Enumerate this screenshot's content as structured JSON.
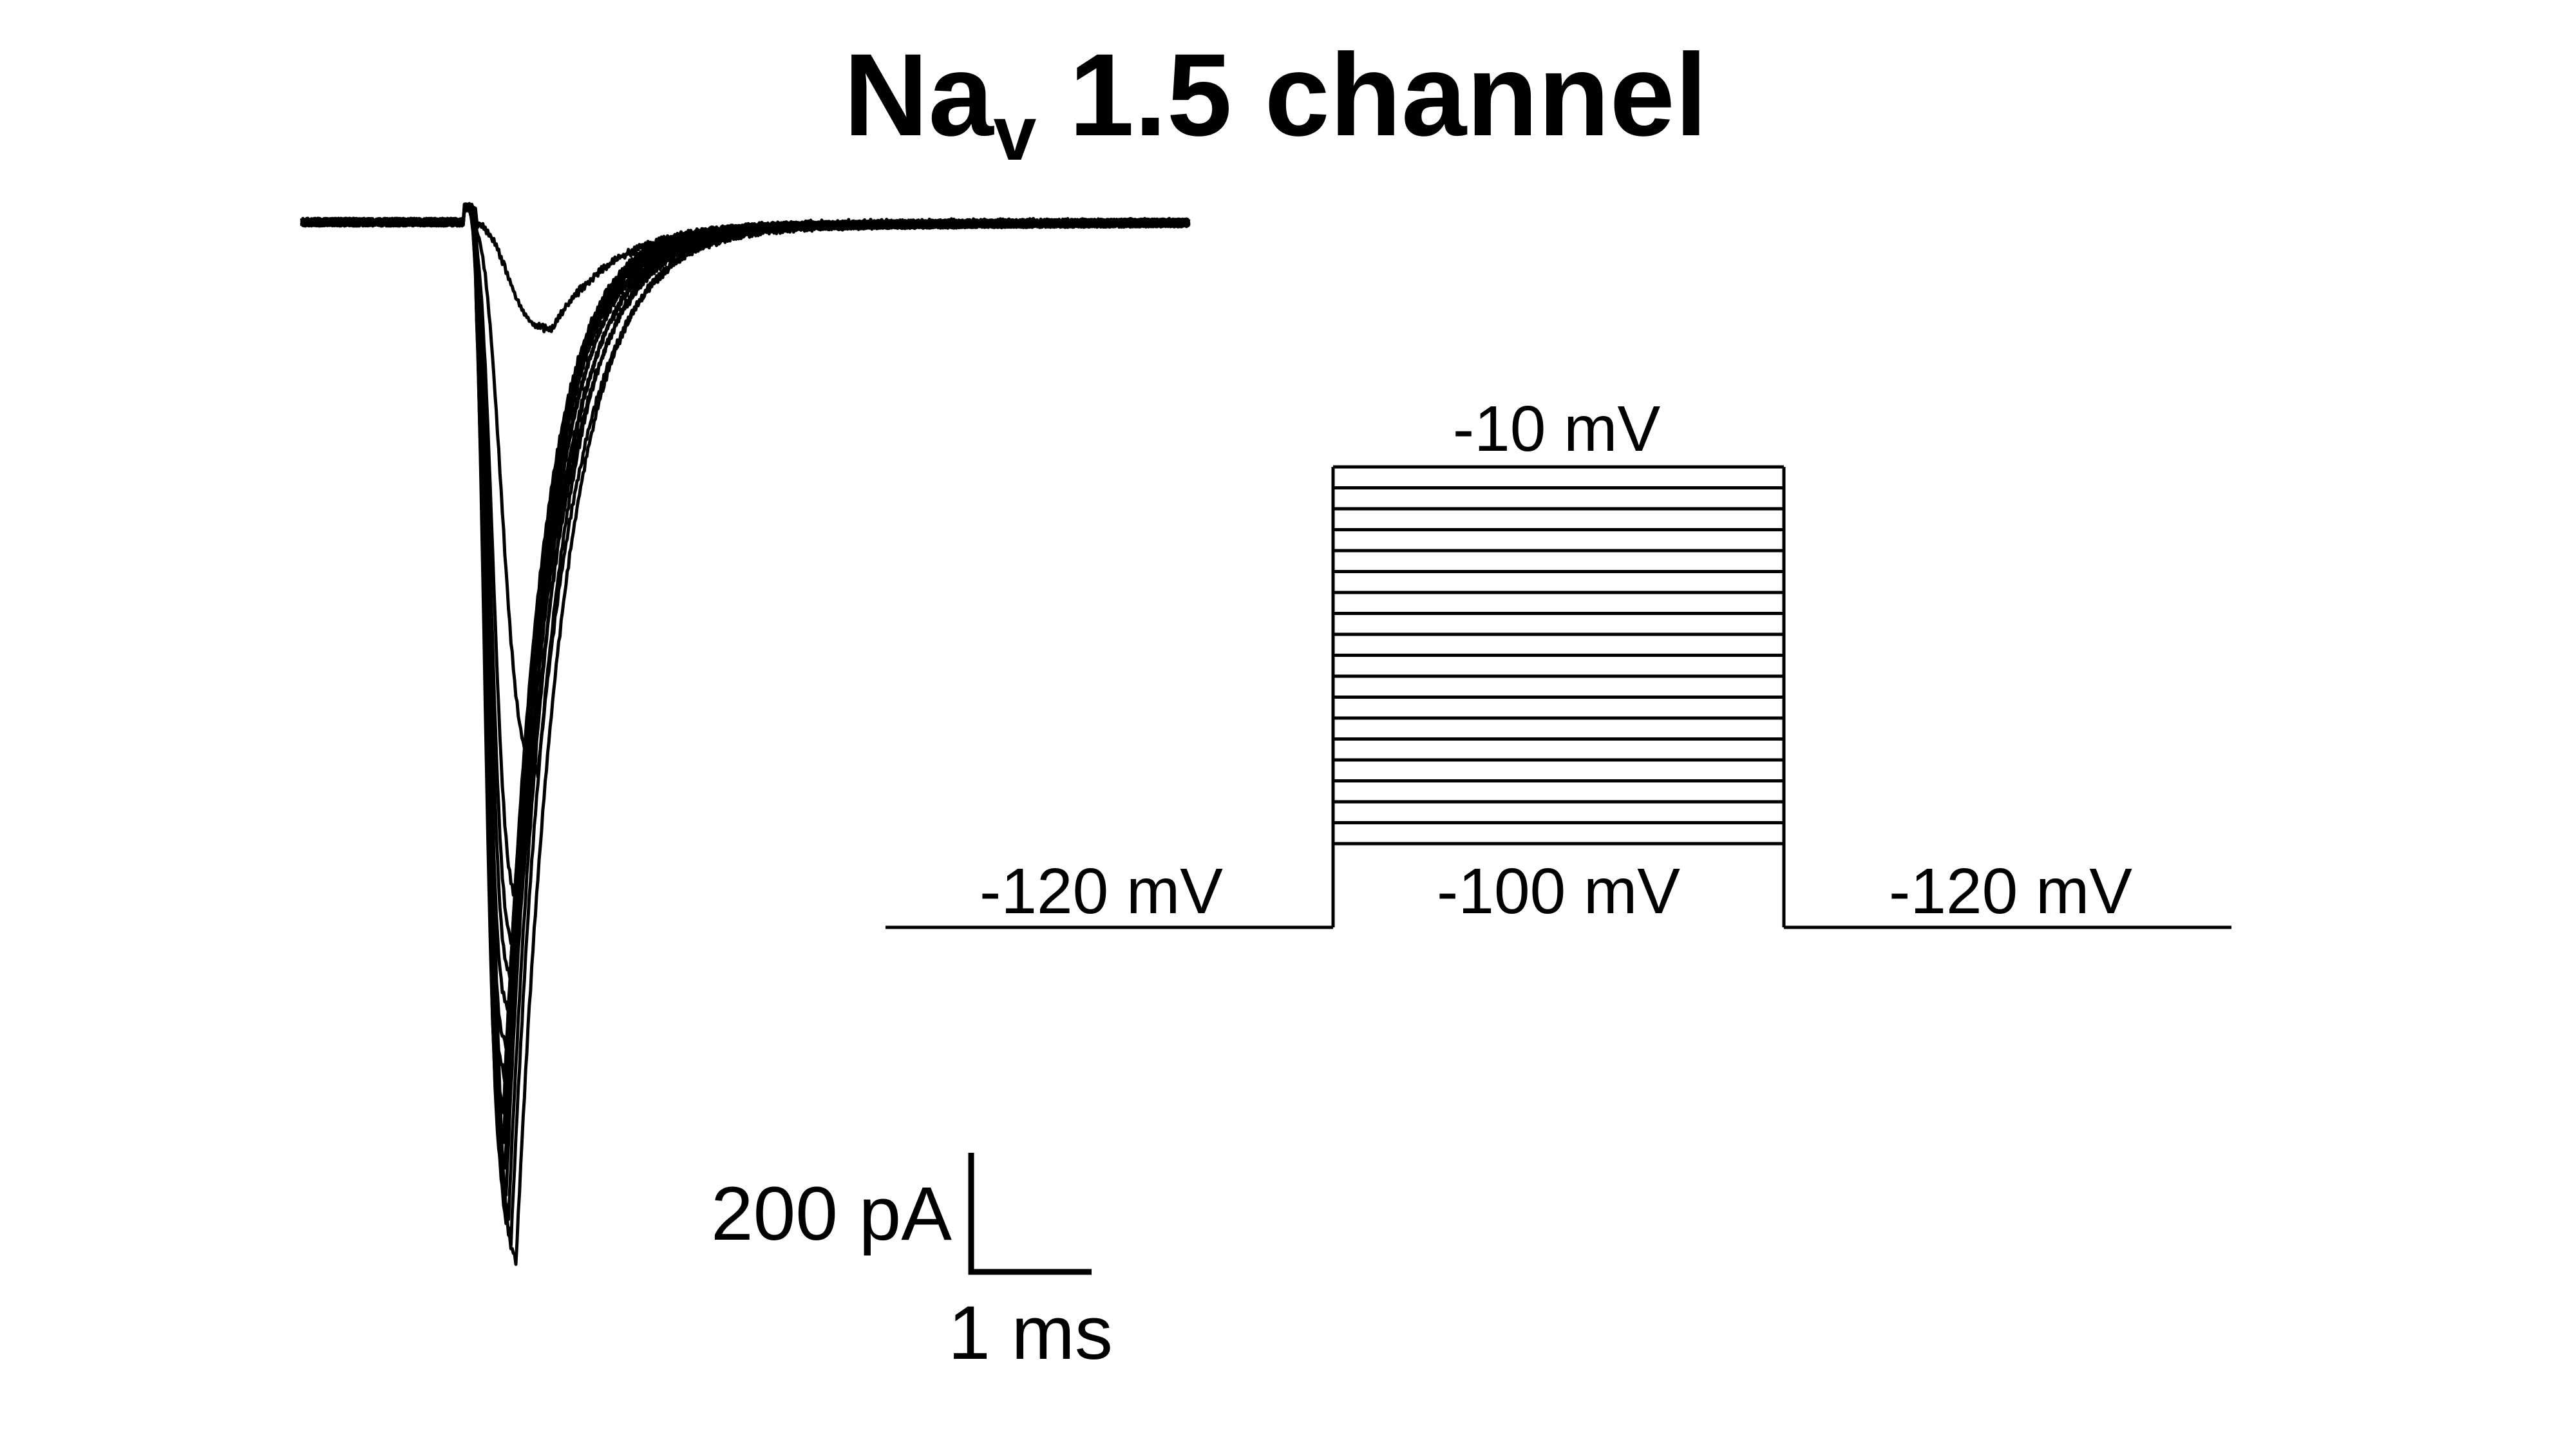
{
  "title": {
    "main": "Na",
    "subscript": "v",
    "rest": " 1.5 channel"
  },
  "protocol": {
    "labels": {
      "top": "-10 mV",
      "left": "-120 mV",
      "middle": "-100 mV",
      "right": "-120 mV"
    },
    "holding_mV": -120,
    "step_min_mV": -100,
    "step_max_mV": -10,
    "step_count": 19
  },
  "scale_bar": {
    "current_label": "200 pA",
    "time_label": "1 ms"
  },
  "chart_data": {
    "type": "line",
    "title": "Nav 1.5 channel",
    "xlabel": "",
    "ylabel": "",
    "units": {
      "x": "ms",
      "y": "pA"
    },
    "baseline_pA": 0,
    "series": [
      {
        "peak_time_ms": 0.69,
        "peak_pA": -180,
        "decay_tau_ms": 0.5
      },
      {
        "peak_time_ms": 0.58,
        "peak_pA": -920,
        "decay_tau_ms": 0.42
      },
      {
        "peak_time_ms": 0.44,
        "peak_pA": -1150,
        "decay_tau_ms": 0.4
      },
      {
        "peak_time_ms": 0.4,
        "peak_pA": -1220,
        "decay_tau_ms": 0.38
      },
      {
        "peak_time_ms": 0.37,
        "peak_pA": -1270,
        "decay_tau_ms": 0.36
      },
      {
        "peak_time_ms": 0.34,
        "peak_pA": -1320,
        "decay_tau_ms": 0.35
      },
      {
        "peak_time_ms": 0.32,
        "peak_pA": -1380,
        "decay_tau_ms": 0.34
      },
      {
        "peak_time_ms": 0.31,
        "peak_pA": -1430,
        "decay_tau_ms": 0.33
      },
      {
        "peak_time_ms": 0.3,
        "peak_pA": -1480,
        "decay_tau_ms": 0.32
      },
      {
        "peak_time_ms": 0.3,
        "peak_pA": -1530,
        "decay_tau_ms": 0.32
      },
      {
        "peak_time_ms": 0.31,
        "peak_pA": -1580,
        "decay_tau_ms": 0.33
      },
      {
        "peak_time_ms": 0.32,
        "peak_pA": -1620,
        "decay_tau_ms": 0.34
      },
      {
        "peak_time_ms": 0.34,
        "peak_pA": -1660,
        "decay_tau_ms": 0.35
      },
      {
        "peak_time_ms": 0.36,
        "peak_pA": -1700,
        "decay_tau_ms": 0.36
      },
      {
        "peak_time_ms": 0.4,
        "peak_pA": -1740,
        "decay_tau_ms": 0.38
      }
    ]
  }
}
